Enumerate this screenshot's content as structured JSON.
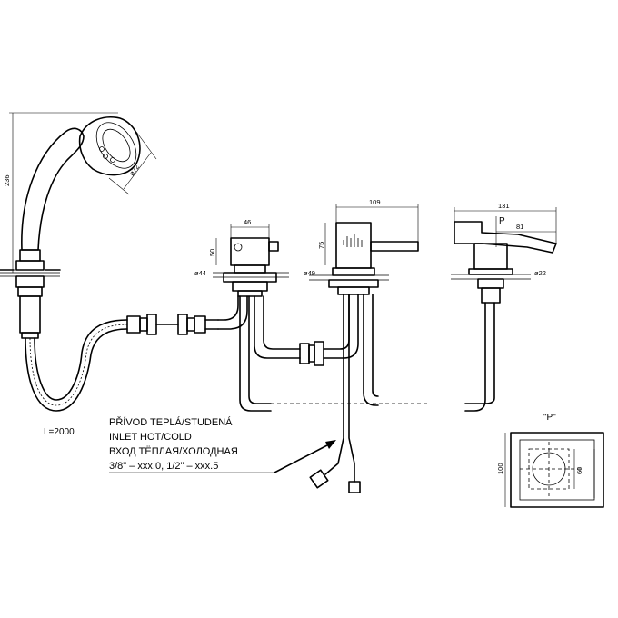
{
  "dimensions": {
    "shower_height": "236",
    "shower_head_dia": "ø72",
    "flange_left": "ø44",
    "width_46": "46",
    "height_50": "50",
    "flange_mid": "ø49",
    "height_75": "75",
    "width_109": "109",
    "width_131": "131",
    "width_81": "81",
    "flange_right": "ø22",
    "marker_p": "P",
    "detail_height": "100",
    "detail_inner": "60"
  },
  "labels": {
    "hose_length": "L=2000",
    "inlet_cz": "PŘÍVOD TEPLÁ/STUDENÁ",
    "inlet_en": "INLET HOT/COLD",
    "inlet_ru": "ВХОД ТЁПЛАЯ/ХОЛОДНАЯ",
    "inlet_sizes": "3/8\" – xxx.0, 1/2\" – xxx.5",
    "detail_title": "\"P\""
  }
}
